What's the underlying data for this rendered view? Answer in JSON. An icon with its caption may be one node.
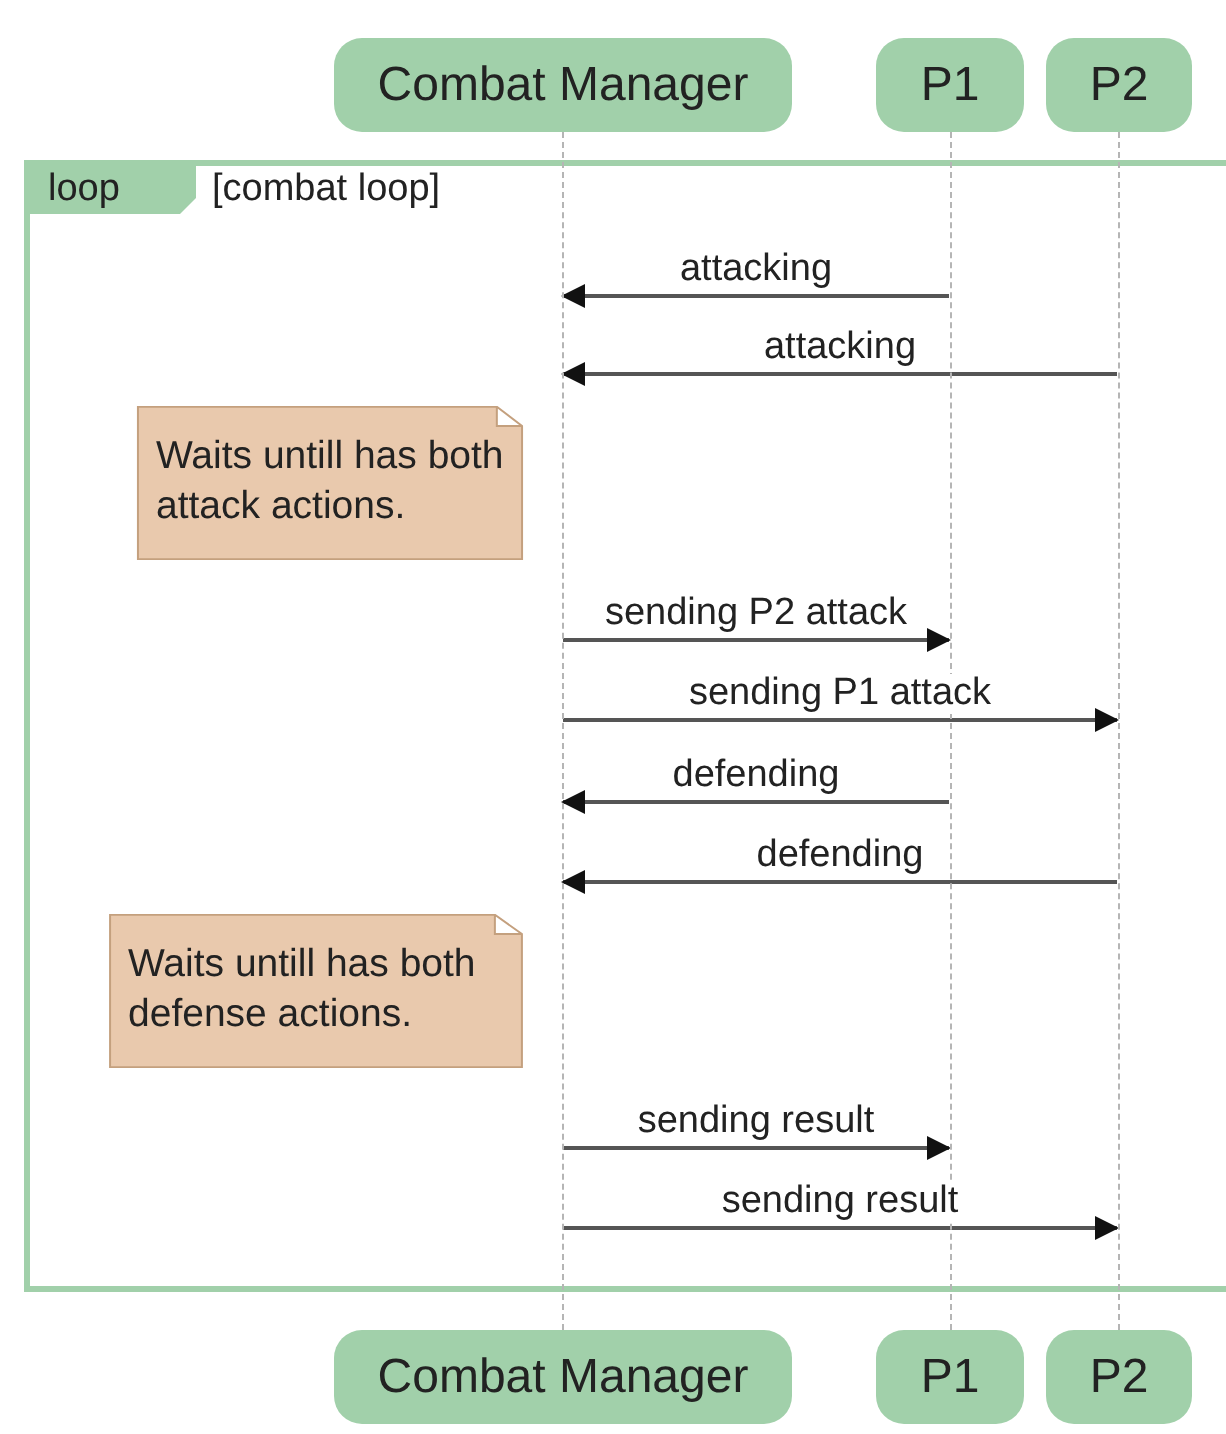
{
  "diagram": {
    "nodes": [
      {
        "text": [
          "Combat Manager"
        ]
      },
      {
        "text": [
          "P1"
        ]
      },
      {
        "text": [
          "P2"
        ]
      },
      {
        "text": [
          "loop",
          "[combat loop]"
        ]
      },
      {
        "text": [
          "Waits untill has both attack actions."
        ],
        "in": 3
      },
      {
        "text": [
          "Waits untill has both defense actions."
        ],
        "in": 3
      },
      {
        "text": [
          "Combat Manager"
        ]
      },
      {
        "text": [
          "P1"
        ]
      },
      {
        "text": [
          "P2"
        ]
      },
      {
        "text": [],
        "shape": "line"
      },
      {
        "text": [],
        "shape": "line"
      },
      {
        "text": [],
        "shape": "line"
      }
    ],
    "edges": [
      {
        "from": 10,
        "to": 9,
        "arrow": "to",
        "label": "attacking"
      },
      {
        "from": 11,
        "to": 9,
        "arrow": "to",
        "label": "attacking"
      },
      {
        "from": 9,
        "to": 10,
        "arrow": "to",
        "label": "sending P2 attack"
      },
      {
        "from": 9,
        "to": 11,
        "arrow": "to",
        "label": "sending P1 attack"
      },
      {
        "from": 10,
        "to": 9,
        "arrow": "to",
        "label": "defending"
      },
      {
        "from": 11,
        "to": 9,
        "arrow": "to",
        "label": "defending"
      },
      {
        "from": 9,
        "to": 10,
        "arrow": "to",
        "label": "sending result"
      },
      {
        "from": 9,
        "to": 11,
        "arrow": "to",
        "label": "sending result"
      }
    ]
  }
}
